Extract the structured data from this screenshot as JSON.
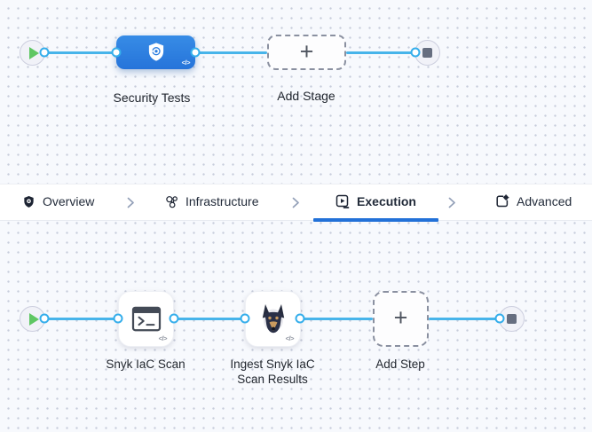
{
  "stage_flow": {
    "stage": {
      "label": "Security Tests",
      "code_badge": "</>"
    },
    "add_stage": {
      "label": "Add Stage",
      "plus": "+"
    }
  },
  "tab_bar": {
    "tabs": [
      {
        "label": "Overview",
        "icon": "shield-icon",
        "active": false
      },
      {
        "label": "Infrastructure",
        "icon": "infrastructure-icon",
        "active": false
      },
      {
        "label": "Execution",
        "icon": "execution-icon",
        "active": true
      },
      {
        "label": "Advanced",
        "icon": "advanced-icon",
        "active": false
      }
    ]
  },
  "step_flow": {
    "steps": [
      {
        "label": "Snyk IaC Scan",
        "icon": "terminal-icon",
        "code_badge": "</>"
      },
      {
        "label": "Ingest Snyk IaC Scan Results",
        "icon": "snyk-dog-icon",
        "code_badge": "</>"
      }
    ],
    "add_step": {
      "label": "Add Step",
      "plus": "+"
    }
  },
  "colors": {
    "canvas_bg": "#f7f9fd",
    "connector_blue": "#47b4ea",
    "stage_blue": "#2b7de0",
    "active_tab_underline": "#2271d8",
    "play_green": "#5fc763"
  }
}
